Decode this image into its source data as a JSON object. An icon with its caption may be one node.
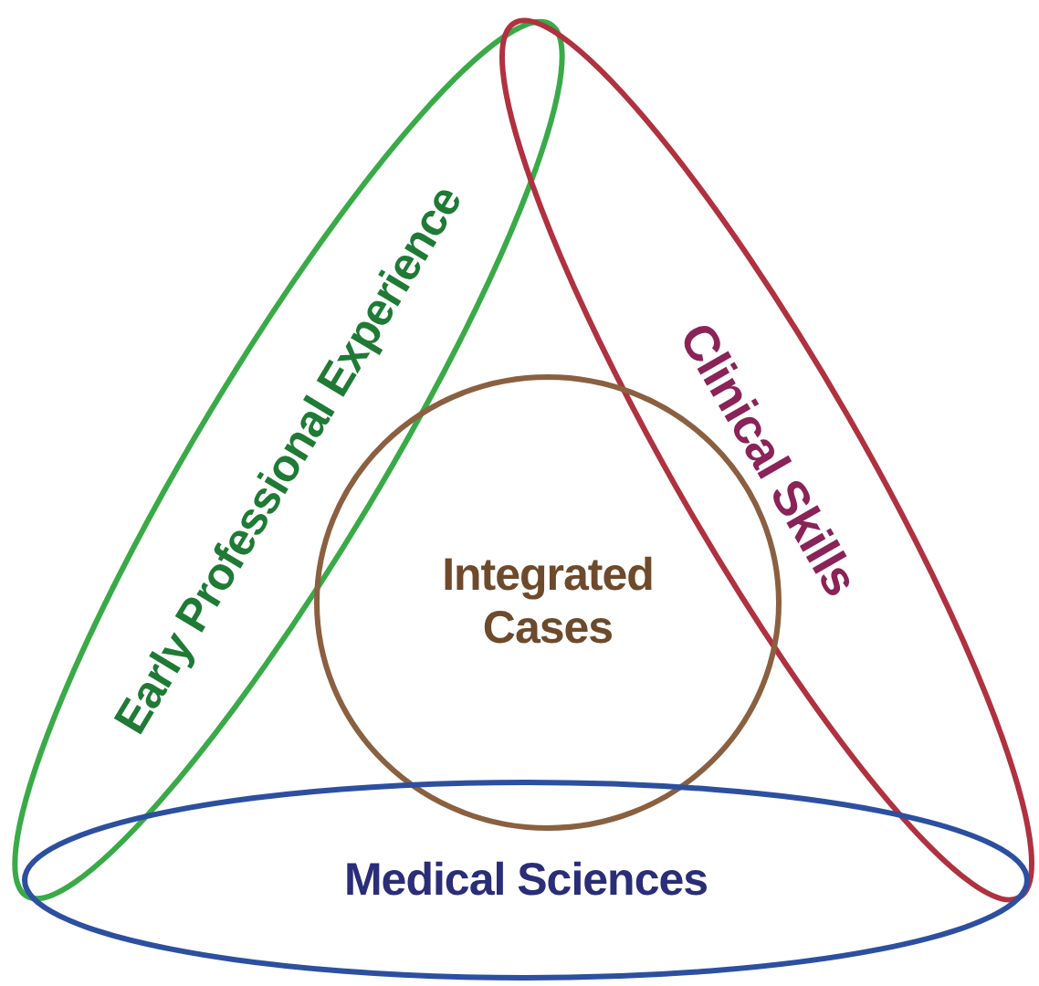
{
  "diagram": {
    "nodes": [
      {
        "text": [
          "Early Professional Experience"
        ]
      },
      {
        "text": [
          "Clinical Skills"
        ]
      },
      {
        "text": [
          "Integrated Cases"
        ]
      },
      {
        "text": [
          "Medical Sciences"
        ]
      }
    ]
  }
}
